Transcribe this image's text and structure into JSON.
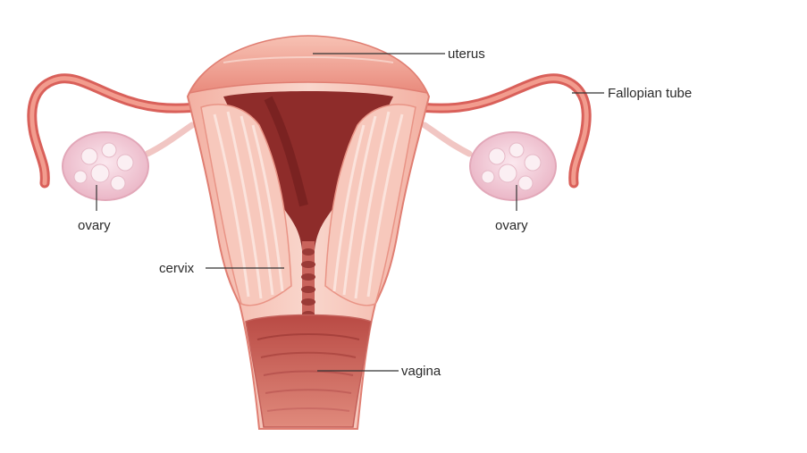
{
  "labels": {
    "uterus": "uterus",
    "fallopian_tube": "Fallopian tube",
    "ovary_left": "ovary",
    "ovary_right": "ovary",
    "cervix": "cervix",
    "vagina": "vagina"
  },
  "colors": {
    "tissue_light": "#f6c3b6",
    "tissue_mid": "#ee9a8c",
    "tissue_dark": "#d9605a",
    "cavity": "#8e2c2a",
    "cavity_deep": "#6d1c1c",
    "ovary": "#f4d4de",
    "ovary_edge": "#e2a7b8",
    "leader_line": "#333333"
  }
}
